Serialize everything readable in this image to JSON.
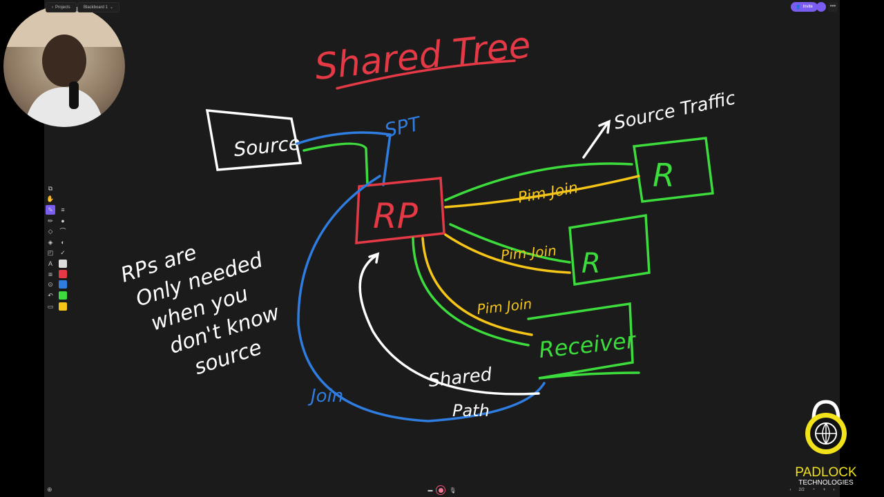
{
  "topbar": {
    "back_label": "Projects",
    "board_title": "Blackboard 1",
    "invite_label": "Invite",
    "more_label": "•••"
  },
  "toolbar": {
    "tools": [
      "select-icon",
      "hand-icon",
      "highlighter-icon",
      "pen-icon",
      "eraser-icon",
      "fill-icon",
      "shapes-icon",
      "text-icon",
      "frame-icon",
      "target-icon",
      "undo-icon",
      "board-icon"
    ],
    "swatches": [
      "#ffffff",
      "#e63946",
      "#2f7de1",
      "#3ddc3d",
      "#f5c518"
    ],
    "active_tool": "highlighter"
  },
  "drawing": {
    "title": "Shared Tree",
    "source": "Source",
    "spt": "SPT",
    "rp": "RP",
    "source_traffic": "Source Traffic",
    "r1": "R",
    "r2": "R",
    "receiver": "Receiver",
    "pim_join_1": "Pim Join",
    "pim_join_2": "Pim-Join",
    "pim_join_3": "Pim Join",
    "join": "Join",
    "shared": "Shared",
    "path": "Path",
    "note": [
      "RPs are",
      "Only needed",
      "when you",
      "don't know",
      "source"
    ],
    "colors": {
      "red": "#e63946",
      "blue": "#2f7de1",
      "green": "#3ddc3d",
      "yellow": "#f5c518",
      "white": "#ffffff"
    }
  },
  "logo": {
    "line1": "PADLOCK",
    "line2": "TECHNOLOGIES",
    "color": "#f2e21a"
  },
  "footer": {
    "page_indicator": "2/2"
  }
}
